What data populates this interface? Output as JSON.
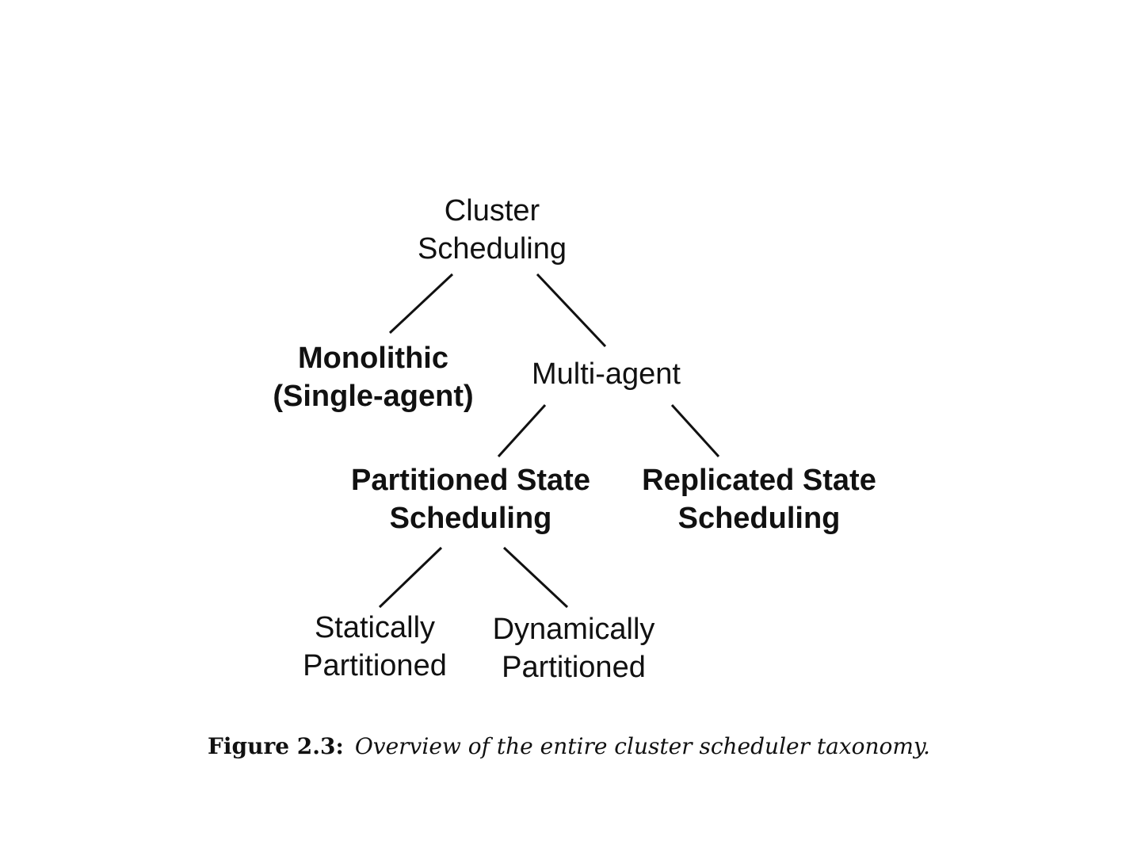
{
  "diagram": {
    "nodes": {
      "root": {
        "line1": "Cluster",
        "line2": "Scheduling"
      },
      "monolithic": {
        "line1": "Monolithic",
        "line2": "(Single-agent)"
      },
      "multi_agent": {
        "line1": "Multi-agent"
      },
      "partitioned": {
        "line1": "Partitioned State",
        "line2": "Scheduling"
      },
      "replicated": {
        "line1": "Replicated State",
        "line2": "Scheduling"
      },
      "statically": {
        "line1": "Statically",
        "line2": "Partitioned"
      },
      "dynamically": {
        "line1": "Dynamically",
        "line2": "Partitioned"
      }
    },
    "edges": [
      {
        "from": "root",
        "to": "monolithic"
      },
      {
        "from": "root",
        "to": "multi_agent"
      },
      {
        "from": "multi_agent",
        "to": "partitioned"
      },
      {
        "from": "multi_agent",
        "to": "replicated"
      },
      {
        "from": "partitioned",
        "to": "statically"
      },
      {
        "from": "partitioned",
        "to": "dynamically"
      }
    ],
    "line_color": "#111111"
  },
  "caption": {
    "label": "Figure 2.3:",
    "text": "Overview of the entire cluster scheduler taxonomy."
  }
}
